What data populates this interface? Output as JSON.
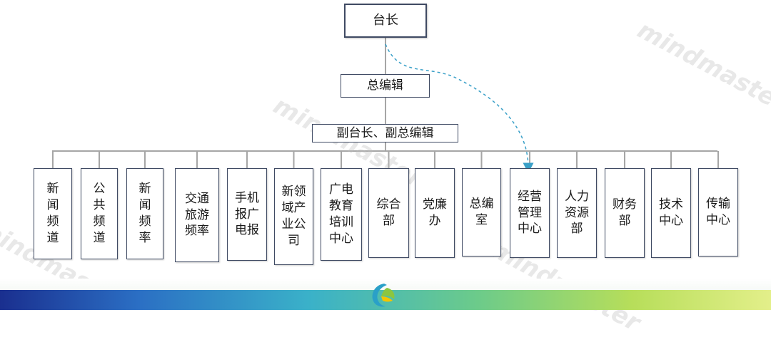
{
  "org_chart": {
    "director": "台长",
    "editor_in_chief": "总编辑",
    "deputies": "副台长、副总编辑",
    "departments": [
      "新\n闻\n频\n道",
      "公\n共\n频\n道",
      "新\n闻\n频\n率",
      "交通\n旅游\n频率",
      "手机\n报广\n电报",
      "新领\n域产\n业公\n司",
      "广电\n教育\n培训\n中心",
      "综合\n部",
      "党廉\n办",
      "总编\n室",
      "经营\n管理\n中心",
      "人力\n资源\n部",
      "财务\n部",
      "技术\n中心",
      "传输\n中心"
    ]
  },
  "colors": {
    "box_border": "#3f4a63",
    "connector": "#a6a6a6",
    "dashed_arrow": "#3aa0c8"
  },
  "watermark_text": "mindmaster",
  "footer_logo": "colorful-leaf-logo-icon"
}
